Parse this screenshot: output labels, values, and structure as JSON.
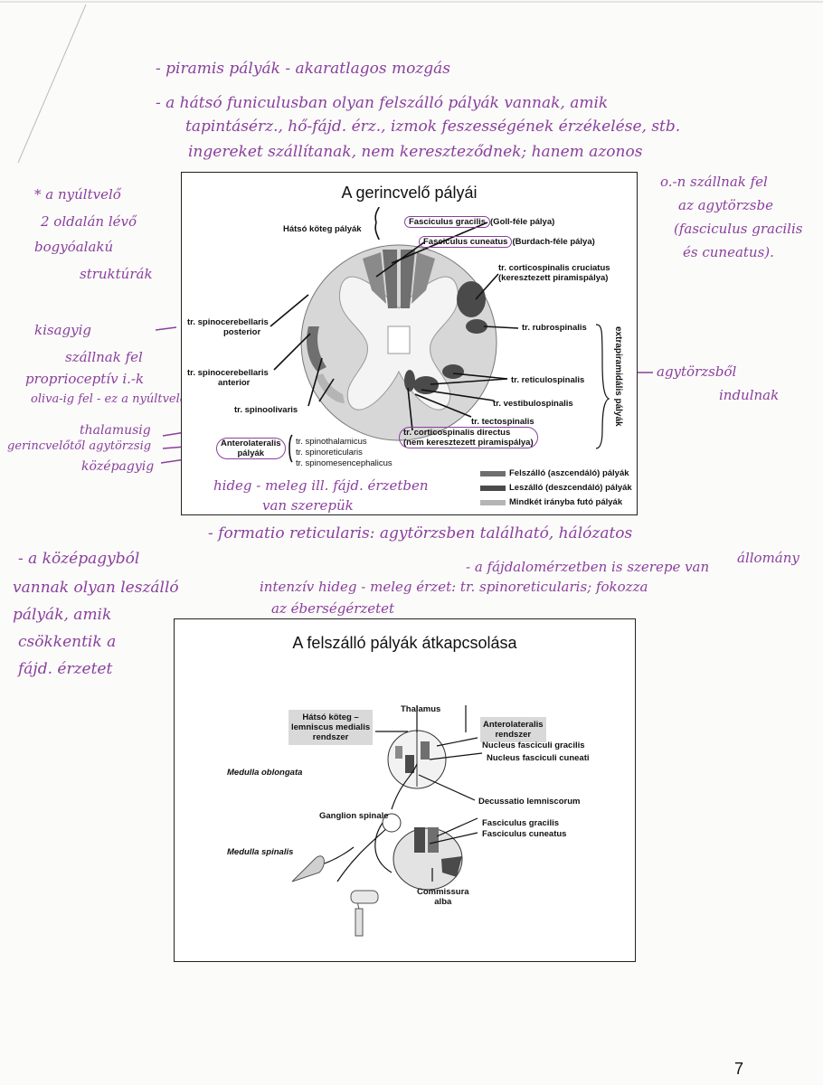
{
  "notes": {
    "n1": "- piramis pályák - akaratlagos mozgás",
    "n2": "- a hátsó funiculusban olyan felszálló pályák vannak, amik",
    "n3": "tapintásérz., hő-fájd. érz., izmok feszességének érzékelése, stb.",
    "n4": "ingereket szállítanak, nem kereszteződnek; hanem azonos",
    "n5": "o.-n szállnak fel",
    "n6": "az agytörzsbe",
    "n7": "(fasciculus gracilis",
    "n8": "és cuneatus).",
    "left1": "* a nyúltvelő",
    "left2": "2 oldalán lévő",
    "left3": "bogyóalakú",
    "left4": "struktúrák",
    "left5": "kisagyig",
    "left6": "szállnak fel",
    "left7": "proprioceptív i.-k",
    "left8": "oliva-ig fel - ez a nyúltvelőben van",
    "left9": "thalamusig",
    "left10": "gerincvelőtől agytörzsig",
    "left11": "középagyig",
    "right1": "agytörzsből",
    "right2": "indulnak",
    "mid1": "hideg - meleg ill. fájd. érzetben",
    "mid2": "van szerepük",
    "fr1": "- formatio reticularis: agytörzsben található, hálózatos",
    "fr2": "állomány",
    "fr3": "- a fájdalomérzetben is szerepe van",
    "fr4": "intenzív hideg - meleg érzet: tr. spinoreticularis; fokozza",
    "fr5": "az éberségérzetet",
    "fl1": "- a középagyból",
    "fl2": "vannak olyan leszálló",
    "fl3": "pályák, amik",
    "fl4": "csökkentik a",
    "fl5": "fájd. érzetet"
  },
  "fig1": {
    "title": "A gerincvelő pályái",
    "hatso": "Hátsó köteg pályák",
    "gracilis": "Fasciculus gracilis",
    "gracilis_note": "(Goll-féle pálya)",
    "cuneatus": "Fasciculus cuneatus",
    "cuneatus_note": "(Burdach-féle pálya)",
    "cortico_cr1": "tr. corticospinalis cruciatus",
    "cortico_cr2": "(keresztezett piramispálya)",
    "rubro": "tr. rubrospinalis",
    "reticulo": "tr. reticulospinalis",
    "vestibulo": "tr. vestibulospinalis",
    "tecto": "tr. tectospinalis",
    "cortico_dir1": "tr. corticospinalis directus",
    "cortico_dir2": "(nem keresztezett piramispálya)",
    "extra": "extrapiramidális pályák",
    "scp1": "tr. spinocerebellaris",
    "scp2": "posterior",
    "sca1": "tr. spinocerebellaris",
    "sca2": "anterior",
    "spinooliv": "tr. spinoolivaris",
    "antero1": "Anterolateralis",
    "antero2": "pályák",
    "st": "tr. spinothalamicus",
    "sr": "tr. spinoreticularis",
    "sm": "tr. spinomesencephalicus",
    "leg1": "Felszálló (aszcendáló) pályák",
    "leg2": "Leszálló (deszcendáló) pályák",
    "leg3": "Mindkét irányba futó pályák",
    "colors": {
      "asc": "#6f6f6f",
      "desc": "#4a4a4a",
      "both": "#b5b5b5"
    }
  },
  "fig2": {
    "title": "A felszálló pályák átkapcsolása",
    "hatso1": "Hátsó köteg –",
    "hatso2": "lemniscus medialis",
    "hatso3": "rendszer",
    "thalamus": "Thalamus",
    "antero1": "Anterolateralis",
    "antero2": "rendszer",
    "ngr": "Nucleus fasciculi gracilis",
    "ncu": "Nucleus fasciculi cuneati",
    "medulla_obl": "Medulla oblongata",
    "decussatio": "Decussatio lemniscorum",
    "ganglion": "Ganglion spinale",
    "fgr": "Fasciculus gracilis",
    "fcu": "Fasciculus cuneatus",
    "medulla_sp": "Medulla spinalis",
    "comm1": "Commissura",
    "comm2": "alba"
  },
  "page_number": "7"
}
